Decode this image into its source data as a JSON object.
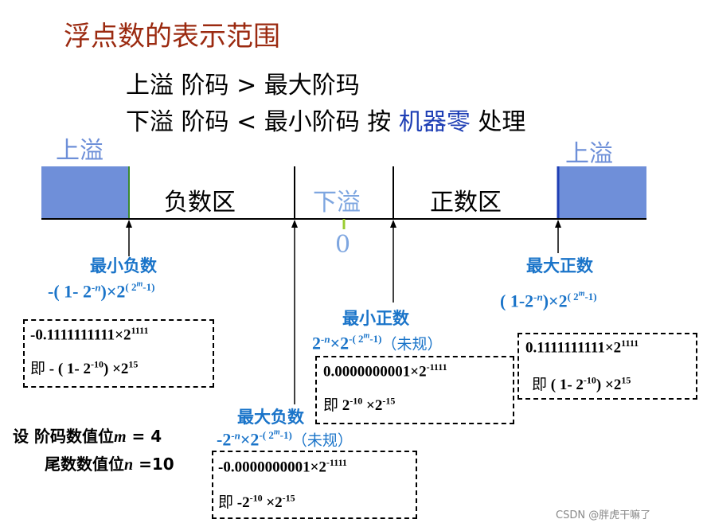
{
  "title": "浮点数的表示范围",
  "rules": {
    "overflow_line": "上溢   阶码 > 最大阶玛",
    "underflow_prefix": "下溢   阶码 < 最小阶码   按 ",
    "underflow_highlight": "机器零",
    "underflow_suffix": " 处理"
  },
  "numberline": {
    "overflow_left": "上溢",
    "overflow_right": "上溢",
    "negative_zone": "负数区",
    "underflow_zone": "下溢",
    "positive_zone": "正数区",
    "zero": "0"
  },
  "labels": {
    "min_negative": "最小负数",
    "max_negative": "最大负数",
    "min_positive": "最小正数",
    "max_positive": "最大正数"
  },
  "formulas": {
    "min_negative": {
      "pre": "-( 1- 2",
      "exp1": "-n",
      "mid": ")×2",
      "exp2": "( 2",
      "exp2b": "m",
      "exp2c": "-1)"
    },
    "max_negative": {
      "pre": "-2",
      "exp1": "-n",
      "mid": "×2",
      "exp2": "-( 2",
      "exp2b": "m",
      "exp2c": "-1)",
      "tail": "（未规）"
    },
    "min_positive": {
      "pre": "2",
      "exp1": "-n",
      "mid": "×2",
      "exp2": "-( 2",
      "exp2b": "m",
      "exp2c": "-1)",
      "tail": "（未规）"
    },
    "max_positive": {
      "pre": "( 1-2",
      "exp1": "-n",
      "mid": ")×2",
      "exp2": "( 2",
      "exp2b": "m",
      "exp2c": "-1)"
    }
  },
  "boxes": {
    "min_negative": {
      "l1a": "-0.1111111111×2",
      "l1e": "1111",
      "l2a": "即",
      "l2b": " - ( 1-  2",
      "l2e": "-10",
      "l2c": ") ×2",
      "l2f": "15"
    },
    "min_positive": {
      "l1a": "0.0000000001×2",
      "l1e": "-1111",
      "l2a": "即",
      "l2b": " 2",
      "l2e": "-10",
      "l2c": " ×2",
      "l2f": "-15"
    },
    "max_positive": {
      "l1a": "0.1111111111×2",
      "l1e": "1111",
      "l2a": "即",
      "l2b": " ( 1- 2",
      "l2e": "-10",
      "l2c": ") ×2",
      "l2f": "15"
    },
    "max_negative": {
      "l1a": "-0.0000000001×2",
      "l1e": "-1111",
      "l2a": "即",
      "l2b": " -2",
      "l2e": "-10",
      "l2c": " ×2",
      "l2f": "-15"
    }
  },
  "notes": {
    "line1_a": "设  阶码数值位",
    "line1_var": "m",
    "line1_b": " = 4",
    "line2_a": "尾数数值位",
    "line2_var": "n",
    "line2_b": " =10"
  },
  "watermark": "CSDN @胖虎干嘛了",
  "colors": {
    "title": "#9b2a10",
    "formula": "#1a74c9",
    "highlight": "#1f3fb5",
    "overflow_block": "#6f8fd9"
  }
}
